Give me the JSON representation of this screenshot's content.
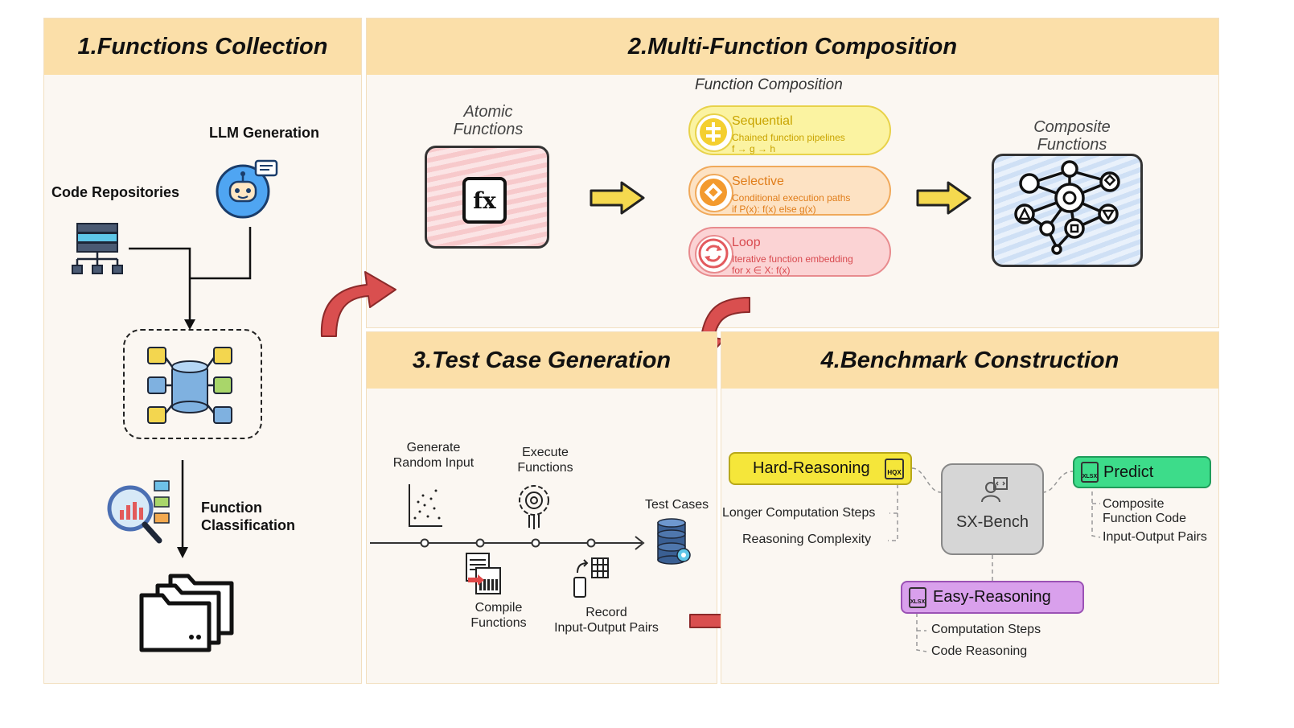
{
  "colors": {
    "header_bg": "#fbdfa9",
    "panel_bg": "#fbf7f2",
    "arrow_red": "#d94f4f",
    "arrow_yellow": "#f5d94f"
  },
  "panel1": {
    "title": "1.Functions Collection",
    "llm_generation": "LLM Generation",
    "code_repositories": "Code Repositories",
    "function_classification": "Function\nClassification",
    "icons": [
      "robot-chat-icon",
      "server-network-icon",
      "database-hub-icon",
      "magnifier-chart-icon",
      "folders-icon"
    ]
  },
  "panel2": {
    "title": "2.Multi-Function Composition",
    "function_composition": "Function Composition",
    "atomic_functions": "Atomic\nFunctions",
    "composite_functions": "Composite\nFunctions",
    "fx_label": "fx",
    "sequential": {
      "title": "Sequential",
      "desc": "Chained function pipelines",
      "formula": "f → g → h"
    },
    "selective": {
      "title": "Selective",
      "desc": "Conditional execution paths",
      "formula": "if P(x): f(x) else g(x)"
    },
    "loop": {
      "title": "Loop",
      "desc": "Iterative function embedding",
      "formula": "for x ∈ X: f(x)"
    }
  },
  "panel3": {
    "title": "3.Test Case Generation",
    "generate_random_input": "Generate\nRandom Input",
    "execute_functions": "Execute\nFunctions",
    "test_cases": "Test Cases",
    "compile_functions": "Compile\nFunctions",
    "record_pairs": "Record\nInput-Output Pairs"
  },
  "panel4": {
    "title": "4.Benchmark Construction",
    "hard_reasoning": "Hard-Reasoning",
    "hard_points": [
      "Longer Computation Steps",
      "Reasoning Complexity"
    ],
    "sx_bench": "SX-Bench",
    "predict": "Predict",
    "predict_points": [
      "Composite\nFunction Code",
      "Input-Output Pairs"
    ],
    "easy_reasoning": "Easy-Reasoning",
    "easy_points": [
      "Computation Steps",
      "Code Reasoning"
    ],
    "file_hqx": "HQX",
    "file_xlsx": "XLSX"
  }
}
